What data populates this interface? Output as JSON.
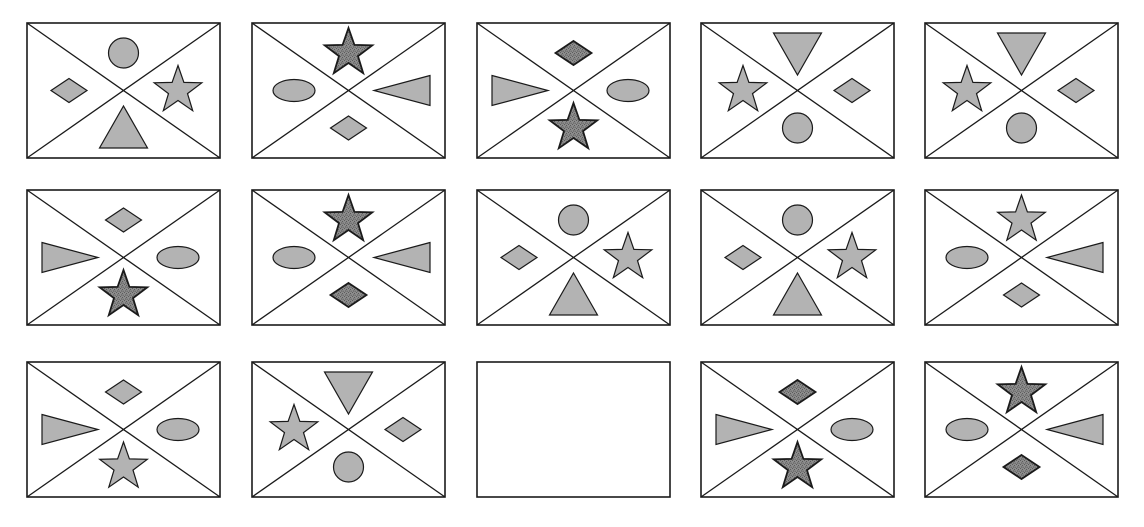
{
  "colors": {
    "fill": "#b3b3b3",
    "fill_dark": "#8e8e8e",
    "stroke": "#1a1a1a",
    "background": "#ffffff"
  },
  "puzzle": {
    "rows": 3,
    "cols": 5,
    "cards": [
      {
        "row": 0,
        "col": 0,
        "top": "circle",
        "left": "diamond",
        "right": "star",
        "bottom": "triangle"
      },
      {
        "row": 0,
        "col": 1,
        "top": "star",
        "top_style": "speckled",
        "left": "ellipse",
        "right": "triangle",
        "bottom": "diamond"
      },
      {
        "row": 0,
        "col": 2,
        "top": "diamond",
        "top_style": "speckled",
        "left": "triangle",
        "right": "ellipse",
        "bottom": "star",
        "bottom_style": "speckled"
      },
      {
        "row": 0,
        "col": 3,
        "top": "triangle",
        "left": "star",
        "right": "diamond",
        "bottom": "circle"
      },
      {
        "row": 0,
        "col": 4,
        "top": "triangle",
        "left": "star",
        "right": "diamond",
        "bottom": "circle"
      },
      {
        "row": 1,
        "col": 0,
        "top": "diamond",
        "left": "triangle",
        "right": "ellipse",
        "bottom": "star",
        "bottom_style": "speckled"
      },
      {
        "row": 1,
        "col": 1,
        "top": "star",
        "top_style": "speckled",
        "left": "ellipse",
        "right": "triangle",
        "bottom": "diamond",
        "bottom_style": "speckled"
      },
      {
        "row": 1,
        "col": 2,
        "top": "circle",
        "left": "diamond",
        "right": "star",
        "bottom": "triangle"
      },
      {
        "row": 1,
        "col": 3,
        "top": "circle",
        "left": "diamond",
        "right": "star",
        "bottom": "triangle"
      },
      {
        "row": 1,
        "col": 4,
        "top": "star",
        "left": "ellipse",
        "right": "triangle",
        "bottom": "diamond"
      },
      {
        "row": 2,
        "col": 0,
        "top": "diamond",
        "left": "triangle",
        "right": "ellipse",
        "bottom": "star"
      },
      {
        "row": 2,
        "col": 1,
        "top": "triangle",
        "left": "star",
        "right": "diamond",
        "bottom": "circle"
      },
      {
        "row": 2,
        "col": 2,
        "empty": true
      },
      {
        "row": 2,
        "col": 3,
        "top": "diamond",
        "top_style": "speckled",
        "left": "triangle",
        "right": "ellipse",
        "bottom": "star",
        "bottom_style": "speckled"
      },
      {
        "row": 2,
        "col": 4,
        "top": "star",
        "top_style": "speckled",
        "left": "ellipse",
        "right": "triangle",
        "bottom": "diamond",
        "bottom_style": "speckled"
      }
    ]
  }
}
